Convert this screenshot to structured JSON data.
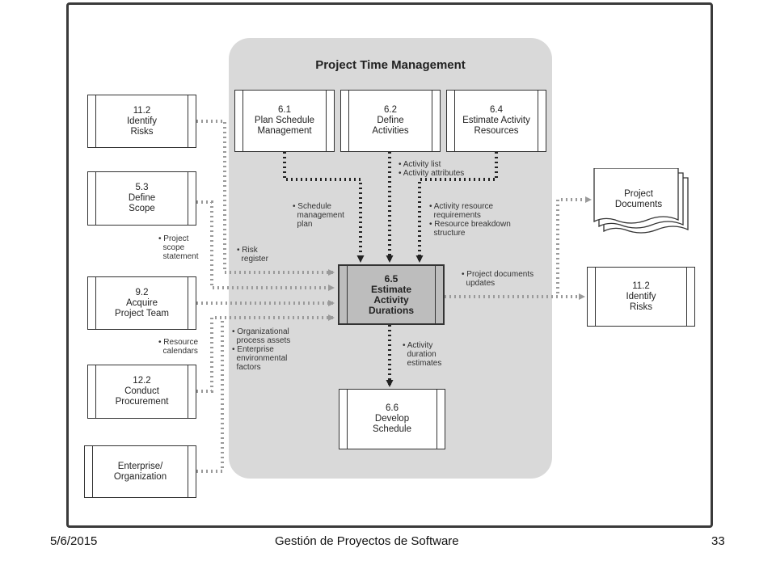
{
  "diagram": {
    "panel_title": "Project Time Management",
    "processes": {
      "p61": [
        "6.1",
        "Plan Schedule",
        "Management"
      ],
      "p62": [
        "6.2",
        "Define",
        "Activities"
      ],
      "p64": [
        "6.4",
        "Estimate Activity",
        "Resources"
      ],
      "p65": [
        "6.5",
        "Estimate",
        "Activity",
        "Durations"
      ],
      "p66": [
        "6.6",
        "Develop",
        "Schedule"
      ],
      "left112": [
        "11.2",
        "Identify",
        "Risks"
      ],
      "left53": [
        "5.3",
        "Define",
        "Scope"
      ],
      "left92": [
        "9.2",
        "Acquire",
        "Project Team"
      ],
      "left122": [
        "12.2",
        "Conduct",
        "Procurement"
      ],
      "enterprise": [
        "Enterprise/",
        "Organization"
      ],
      "right112": [
        "11.2",
        "Identify",
        "Risks"
      ]
    },
    "documents": [
      "Project",
      "Documents"
    ],
    "labels": {
      "schedule_plan": "• Schedule\n  management\n  plan",
      "activity_list": "• Activity list\n• Activity attributes",
      "activity_resources": "• Activity resource\n  requirements\n• Resource breakdown\n  structure",
      "project_scope": "• Project\n  scope\n  statement",
      "risk_register": "• Risk\n  register",
      "resource_calendars": "• Resource\n  calendars",
      "org_assets": "• Organizational\n  process assets\n• Enterprise\n  environmental\n  factors",
      "duration_estimates": "• Activity\n  duration\n  estimates",
      "doc_updates": "• Project documents\n  updates"
    }
  },
  "footer": {
    "date": "5/6/2015",
    "title": "Gestión de Proyectos de Software",
    "page": "33"
  }
}
